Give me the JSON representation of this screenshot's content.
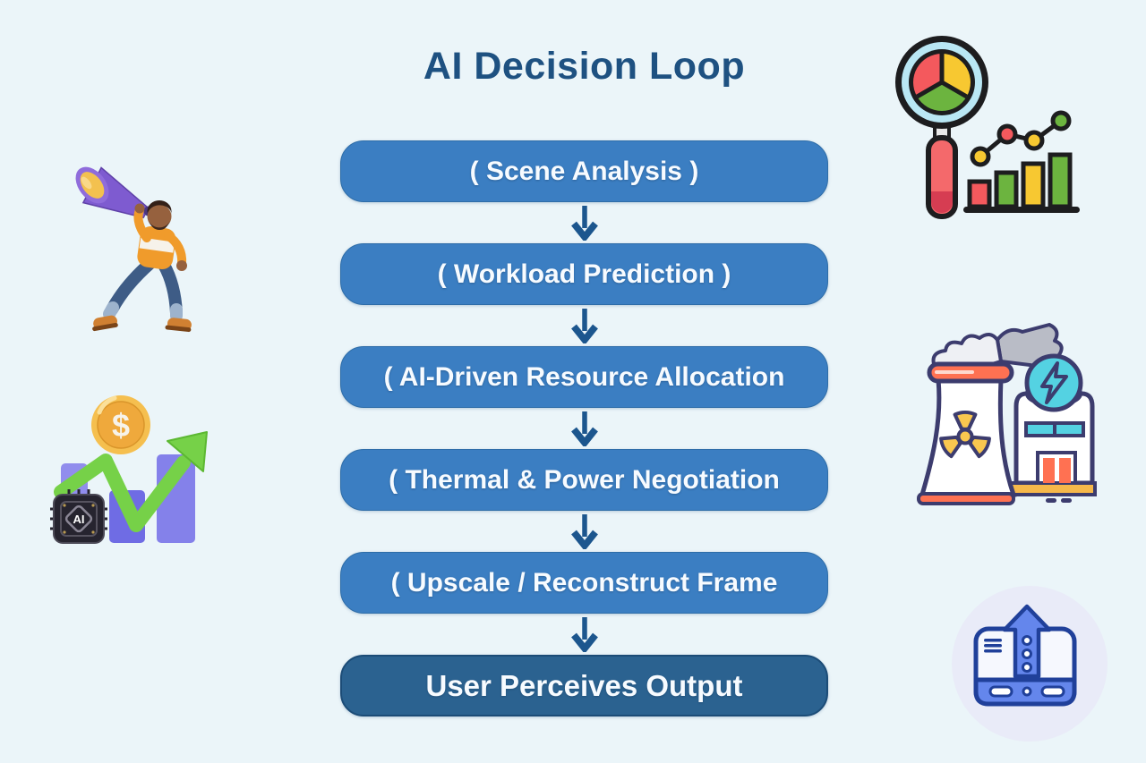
{
  "title": "AI Decision Loop",
  "flow": {
    "steps": [
      {
        "label": "( Scene Analysis )"
      },
      {
        "label": "( Workload Prediction )"
      },
      {
        "label": "( AI-Driven Resource Allocation"
      },
      {
        "label": "( Thermal & Power Negotiation"
      },
      {
        "label": "( Upscale / Reconstruct Frame"
      },
      {
        "label": "User Perceives Output"
      }
    ]
  },
  "decals": {
    "coin_symbol": "$",
    "chip_label": "AI"
  },
  "illustrations": {
    "top_left": "man-with-megaphone",
    "bottom_left": "growth-chart-with-coin-and-ai-chip",
    "top_right": "magnifier-pie-chart-with-bar-and-line-chart",
    "middle_right": "nuclear-power-plant-with-lightning",
    "bottom_right": "device-upload-arrow"
  },
  "colors": {
    "background": "#ebf5f9",
    "title_text": "#1e5181",
    "step_fill": "#3b7ec2",
    "final_step_fill": "#2b6290",
    "step_text": "#f7fbff",
    "arrow": "#1c568e",
    "megaphone_purple": "#7e5bd0",
    "shirt_orange": "#f09b2b",
    "coin_gold": "#f5bf4f",
    "trend_green": "#76d148",
    "bar_purple": "#8481ea",
    "pie_red": "#f4595d",
    "pie_yellow": "#f7c831",
    "pie_green": "#6cb43f",
    "plant_outline": "#3c3c6e",
    "plant_accent_red": "#ff7152",
    "plant_teal": "#54d2e2",
    "plant_yellow": "#f6b84a",
    "upload_blue": "#6486ec",
    "upload_navy": "#20409a"
  }
}
